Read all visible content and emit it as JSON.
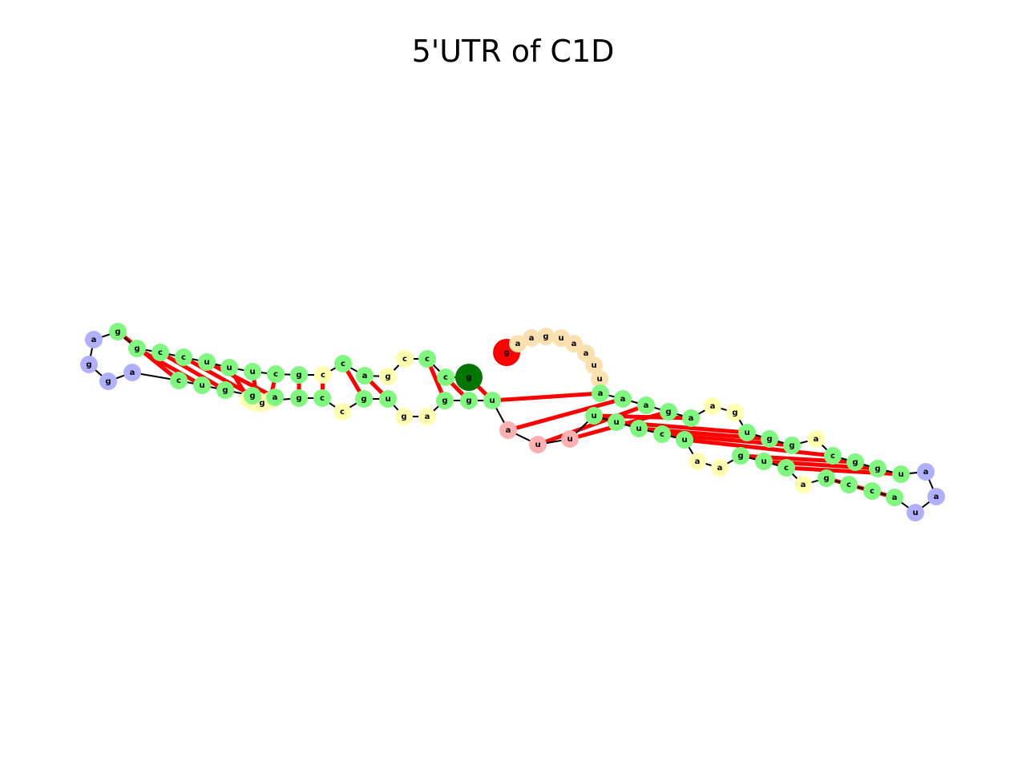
{
  "title": "5'UTR of C1D",
  "colors": {
    "stem": "#80f880",
    "hairpin_loop": "#b0b0ff",
    "interior_loop": "#ffffb0",
    "multiloop": "#ffb0b0",
    "exterior": "#fbe1b0",
    "start_marker": "#ff0000",
    "end_marker": "#007800",
    "backbone": "#000000",
    "pair_bond": "#ff0000"
  },
  "nucleotides": [
    {
      "base": "g",
      "type": "start_marker"
    },
    {
      "base": "a",
      "type": "exterior"
    },
    {
      "base": "a",
      "type": "exterior"
    },
    {
      "base": "g",
      "type": "exterior"
    },
    {
      "base": "u",
      "type": "exterior"
    },
    {
      "base": "a",
      "type": "exterior"
    },
    {
      "base": "a",
      "type": "exterior"
    },
    {
      "base": "u",
      "type": "exterior"
    },
    {
      "base": "u",
      "type": "exterior"
    },
    {
      "base": "a",
      "type": "stem"
    },
    {
      "base": "a",
      "type": "stem"
    },
    {
      "base": "a",
      "type": "stem"
    },
    {
      "base": "g",
      "type": "stem"
    },
    {
      "base": "a",
      "type": "stem"
    },
    {
      "base": "a",
      "type": "interior_loop"
    },
    {
      "base": "g",
      "type": "interior_loop"
    },
    {
      "base": "u",
      "type": "stem"
    },
    {
      "base": "g",
      "type": "stem"
    },
    {
      "base": "g",
      "type": "stem"
    },
    {
      "base": "a",
      "type": "interior_loop"
    },
    {
      "base": "c",
      "type": "stem"
    },
    {
      "base": "g",
      "type": "stem"
    },
    {
      "base": "g",
      "type": "stem"
    },
    {
      "base": "u",
      "type": "stem"
    },
    {
      "base": "a",
      "type": "hairpin_loop"
    },
    {
      "base": "a",
      "type": "hairpin_loop"
    },
    {
      "base": "u",
      "type": "hairpin_loop"
    },
    {
      "base": "a",
      "type": "stem"
    },
    {
      "base": "c",
      "type": "stem"
    },
    {
      "base": "c",
      "type": "stem"
    },
    {
      "base": "g",
      "type": "stem"
    },
    {
      "base": "a",
      "type": "interior_loop"
    },
    {
      "base": "c",
      "type": "stem"
    },
    {
      "base": "u",
      "type": "stem"
    },
    {
      "base": "g",
      "type": "stem"
    },
    {
      "base": "a",
      "type": "interior_loop"
    },
    {
      "base": "a",
      "type": "interior_loop"
    },
    {
      "base": "u",
      "type": "stem"
    },
    {
      "base": "c",
      "type": "stem"
    },
    {
      "base": "u",
      "type": "stem"
    },
    {
      "base": "u",
      "type": "stem"
    },
    {
      "base": "u",
      "type": "stem"
    },
    {
      "base": "u",
      "type": "multiloop"
    },
    {
      "base": "u",
      "type": "multiloop"
    },
    {
      "base": "a",
      "type": "multiloop"
    },
    {
      "base": "u",
      "type": "stem"
    },
    {
      "base": "g",
      "type": "stem"
    },
    {
      "base": "g",
      "type": "stem"
    },
    {
      "base": "a",
      "type": "interior_loop"
    },
    {
      "base": "g",
      "type": "interior_loop"
    },
    {
      "base": "u",
      "type": "stem"
    },
    {
      "base": "g",
      "type": "stem"
    },
    {
      "base": "c",
      "type": "interior_loop"
    },
    {
      "base": "c",
      "type": "stem"
    },
    {
      "base": "g",
      "type": "stem"
    },
    {
      "base": "a",
      "type": "interior_loop"
    },
    {
      "base": "a",
      "type": "interior_loop"
    },
    {
      "base": "g",
      "type": "interior_loop"
    },
    {
      "base": "t",
      "type": "interior_loop"
    },
    {
      "base": "g",
      "type": "interior_loop"
    },
    {
      "base": "a",
      "type": "stem"
    },
    {
      "base": "g",
      "type": "stem"
    },
    {
      "base": "g",
      "type": "stem"
    },
    {
      "base": "u",
      "type": "stem"
    },
    {
      "base": "c",
      "type": "stem"
    },
    {
      "base": "a",
      "type": "hairpin_loop"
    },
    {
      "base": "g",
      "type": "hairpin_loop"
    },
    {
      "base": "g",
      "type": "hairpin_loop"
    },
    {
      "base": "a",
      "type": "hairpin_loop"
    },
    {
      "base": "g",
      "type": "stem"
    },
    {
      "base": "g",
      "type": "stem"
    },
    {
      "base": "c",
      "type": "stem"
    },
    {
      "base": "c",
      "type": "stem"
    },
    {
      "base": "u",
      "type": "stem"
    },
    {
      "base": "u",
      "type": "stem"
    },
    {
      "base": "u",
      "type": "stem"
    },
    {
      "base": "c",
      "type": "stem"
    },
    {
      "base": "g",
      "type": "stem"
    },
    {
      "base": "c",
      "type": "interior_loop"
    },
    {
      "base": "c",
      "type": "stem"
    },
    {
      "base": "a",
      "type": "stem"
    },
    {
      "base": "g",
      "type": "interior_loop"
    },
    {
      "base": "c",
      "type": "interior_loop"
    },
    {
      "base": "c",
      "type": "stem"
    },
    {
      "base": "c",
      "type": "stem"
    },
    {
      "base": "g",
      "type": "end_marker"
    }
  ],
  "pairs": [
    [
      9,
      45
    ],
    [
      10,
      44
    ],
    [
      11,
      43
    ],
    [
      12,
      42
    ],
    [
      13,
      41
    ],
    [
      16,
      40
    ],
    [
      17,
      39
    ],
    [
      18,
      38
    ],
    [
      20,
      37
    ],
    [
      21,
      34
    ],
    [
      22,
      33
    ],
    [
      23,
      32
    ],
    [
      27,
      30
    ],
    [
      45,
      85
    ],
    [
      46,
      84
    ],
    [
      47,
      83
    ],
    [
      50,
      80
    ],
    [
      51,
      79
    ],
    [
      53,
      78
    ],
    [
      54,
      77
    ],
    [
      55,
      76
    ],
    [
      56,
      75
    ],
    [
      57,
      74
    ],
    [
      60,
      73
    ],
    [
      61,
      72
    ],
    [
      62,
      71
    ],
    [
      63,
      70
    ],
    [
      64,
      69
    ]
  ]
}
